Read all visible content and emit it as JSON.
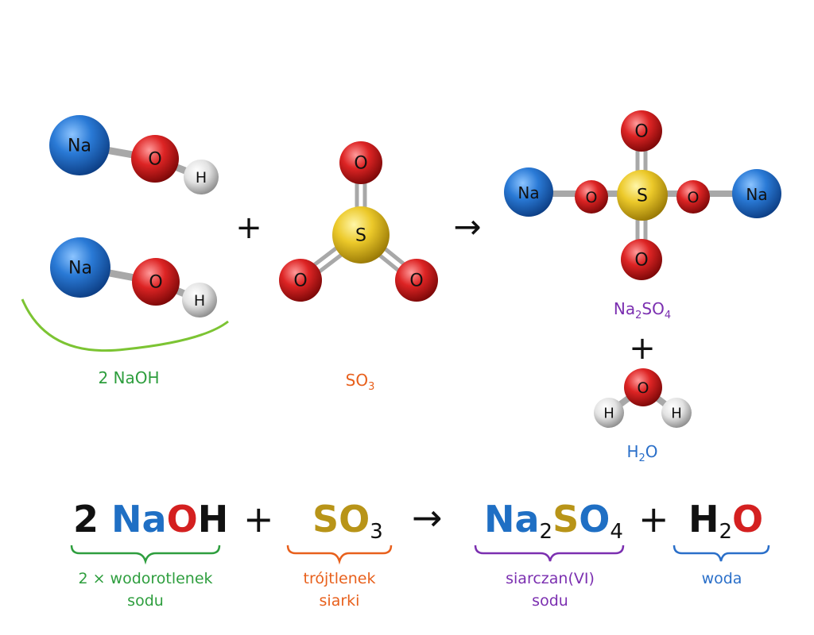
{
  "colors": {
    "sodium": "#1f6fc4",
    "oxygen": "#d42020",
    "hydrogen": "#dadada",
    "sulfur": "#e6c21e",
    "green": "#2e9e3e",
    "orange": "#e8601c",
    "purple": "#7b2fb0",
    "blue": "#2a6fc9",
    "gold": "#b89418",
    "black": "#111111"
  },
  "atoms": {
    "na": "Na",
    "o": "O",
    "h": "H",
    "s": "S"
  },
  "molecule_labels": {
    "naoh": "2 NaOH",
    "so3": {
      "main": "SO",
      "sub": "3"
    },
    "na2so4": {
      "a": "Na",
      "sub1": "2",
      "b": "SO",
      "sub2": "4"
    },
    "h2o": {
      "a": "H",
      "sub": "2",
      "b": "O"
    }
  },
  "operators": {
    "plus": "+",
    "arrow": "→"
  },
  "equation": {
    "coef": "2",
    "naoh": {
      "na": "Na",
      "o": "O",
      "h": "H"
    },
    "so3": {
      "s": "S",
      "o": "O",
      "sub": "3"
    },
    "na2so4": {
      "na": "Na",
      "sub1": "2",
      "s": "S",
      "o": "O",
      "sub2": "4"
    },
    "h2o": {
      "h": "H",
      "sub": "2",
      "o": "O"
    }
  },
  "captions": {
    "naoh": [
      "2 × wodorotlenek",
      "sodu"
    ],
    "so3": [
      "trójtlenek",
      "siarki"
    ],
    "na2so4": [
      "siarczan(VI)",
      "sodu"
    ],
    "h2o": [
      "woda"
    ]
  }
}
